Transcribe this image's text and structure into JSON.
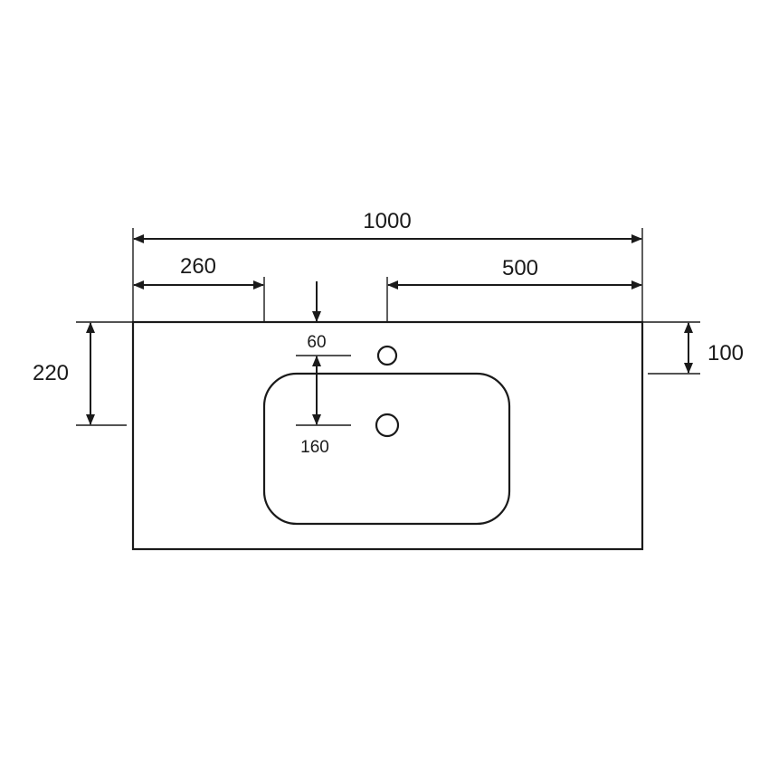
{
  "dimensions": {
    "overall_width": "1000",
    "left_to_basin": "260",
    "right_from_tap": "500",
    "depth": "220",
    "tap_hole_offset": "100",
    "tap_from_back": "60",
    "basin_from_back": "160"
  },
  "colors": {
    "line": "#1a1a1a",
    "background": "#ffffff"
  }
}
